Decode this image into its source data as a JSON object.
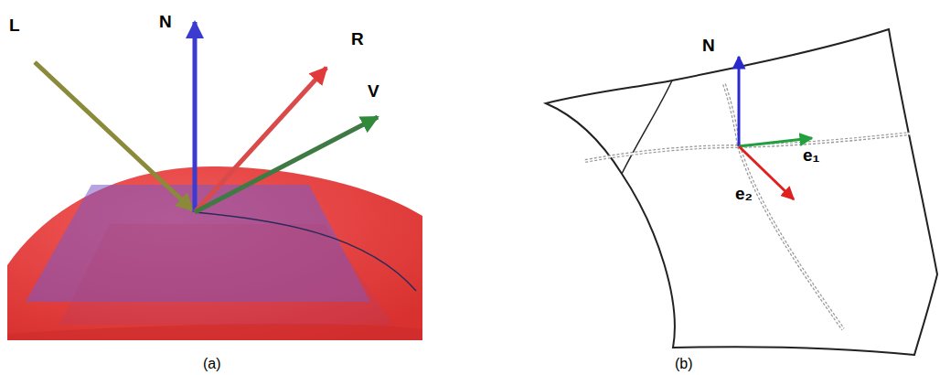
{
  "diagram": {
    "labels": [
      "L",
      "N",
      "R",
      "V",
      "(a)",
      "N",
      "e₁",
      "e₂",
      "(b)"
    ]
  }
}
